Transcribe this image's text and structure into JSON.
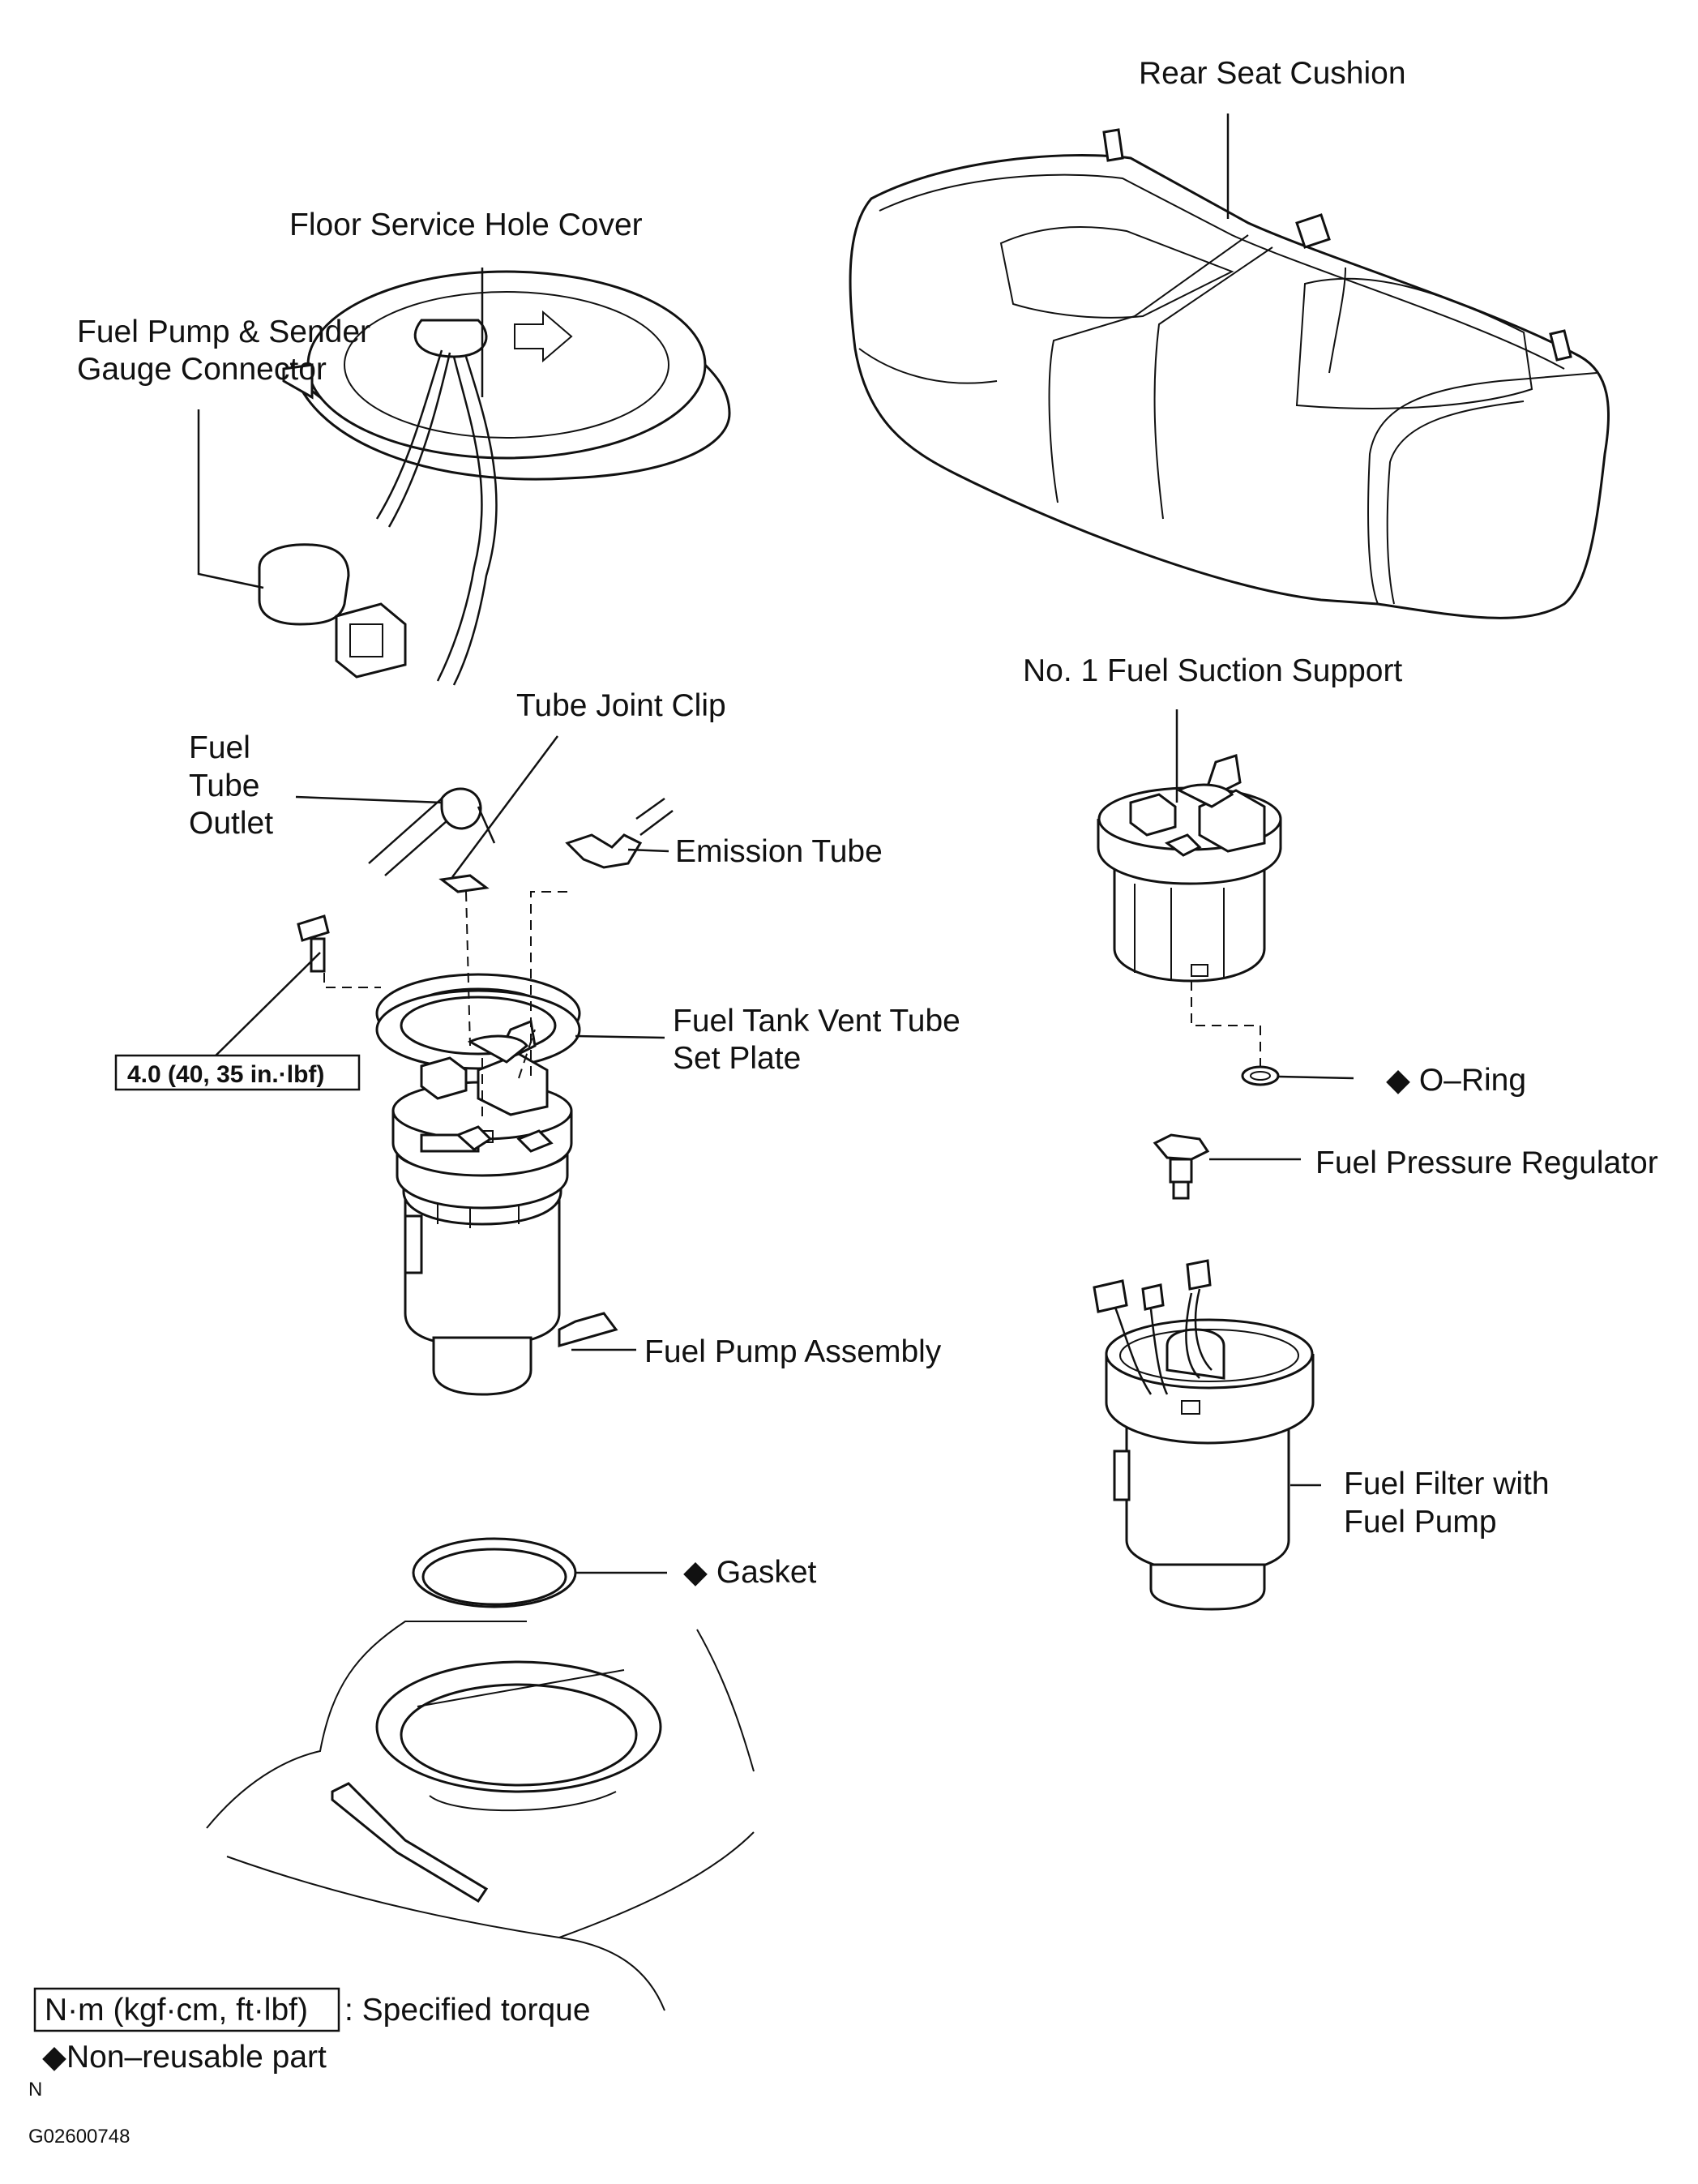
{
  "labels": {
    "rear_seat_cushion": "Rear Seat Cushion",
    "floor_service_hole_cover": "Floor Service Hole Cover",
    "connector_line1": "Fuel Pump & Sender",
    "connector_line2": "Gauge Connector",
    "tube_joint_clip": "Tube Joint Clip",
    "fuel_tube_outlet_line1": "Fuel",
    "fuel_tube_outlet_line2": "Tube",
    "fuel_tube_outlet_line3": "Outlet",
    "emission_tube": "Emission Tube",
    "vent_tube_line1": "Fuel Tank Vent Tube",
    "vent_tube_line2": "Set Plate",
    "torque_spec": "4.0 (40, 35 in.·lbf)",
    "fuel_pump_assembly": "Fuel Pump Assembly",
    "gasket": "◆ Gasket",
    "suction_support": "No. 1 Fuel Suction Support",
    "o_ring": "◆ O–Ring",
    "pressure_regulator": "Fuel Pressure Regulator",
    "filter_line1": "Fuel Filter with",
    "filter_line2": "Fuel Pump"
  },
  "legend": {
    "torque_units": "N·m (kgf·cm, ft·lbf)",
    "torque_desc": ": Specified torque",
    "non_reusable": "◆Non–reusable part",
    "north_mark": "N",
    "figure_code": "G02600748"
  }
}
